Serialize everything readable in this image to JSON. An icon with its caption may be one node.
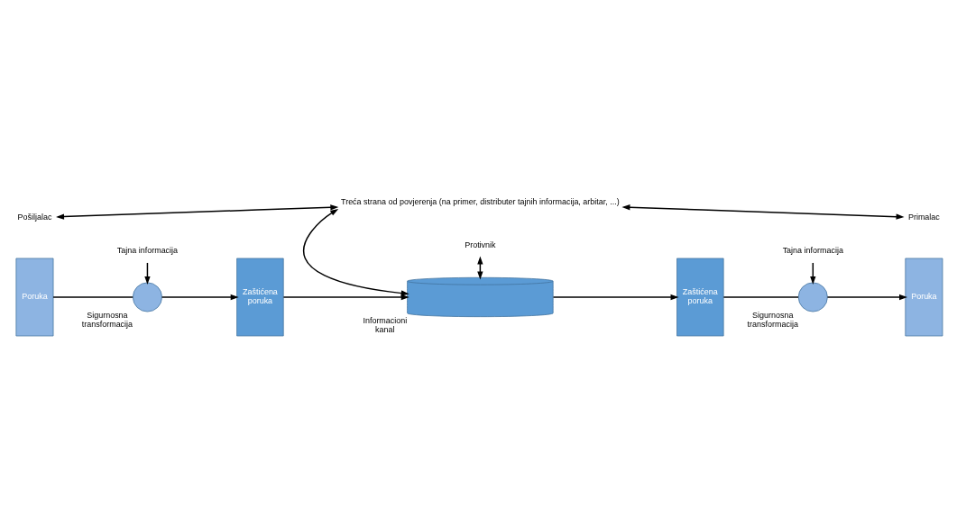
{
  "diagram": {
    "nodes": [
      {
        "text": [
          "Treća strana od povjerenja (na primer, distributer tajnih informacija, arbitar, ...)"
        ]
      },
      {
        "text": [
          "Pošiljalac"
        ]
      },
      {
        "text": [
          "Poruka"
        ]
      },
      {
        "text": [],
        "shape": "circle",
        "beside": [
          "Sigurnosna transformacija"
        ]
      },
      {
        "text": [
          "Tajna informacija"
        ]
      },
      {
        "text": [
          "Zaštićena poruka"
        ]
      },
      {
        "text": [],
        "shape": "cylinder",
        "beside": [
          "Informacioni kanal"
        ]
      },
      {
        "text": [
          "Protivnik"
        ]
      },
      {
        "text": [
          "Zaštićena poruka"
        ]
      },
      {
        "text": [],
        "shape": "circle",
        "beside": [
          "Sigurnosna transformacija"
        ]
      },
      {
        "text": [
          "Tajna informacija"
        ]
      },
      {
        "text": [
          "Poruka"
        ]
      },
      {
        "text": [
          "Primalac"
        ]
      }
    ],
    "edges": [
      {
        "from": 0,
        "to": 1,
        "arrow": "both"
      },
      {
        "from": 0,
        "to": 6,
        "arrow": "both"
      },
      {
        "from": 0,
        "to": 12,
        "arrow": "both"
      },
      {
        "from": 2,
        "to": 3,
        "arrow": "none"
      },
      {
        "from": 3,
        "to": 5,
        "arrow": "to"
      },
      {
        "from": 4,
        "to": 3,
        "arrow": "to"
      },
      {
        "from": 5,
        "to": 6,
        "arrow": "to"
      },
      {
        "from": 6,
        "to": 8,
        "arrow": "to"
      },
      {
        "from": 7,
        "to": 6,
        "arrow": "both"
      },
      {
        "from": 8,
        "to": 9,
        "arrow": "none"
      },
      {
        "from": 9,
        "to": 11,
        "arrow": "to"
      },
      {
        "from": 10,
        "to": 9,
        "arrow": "to"
      }
    ]
  }
}
